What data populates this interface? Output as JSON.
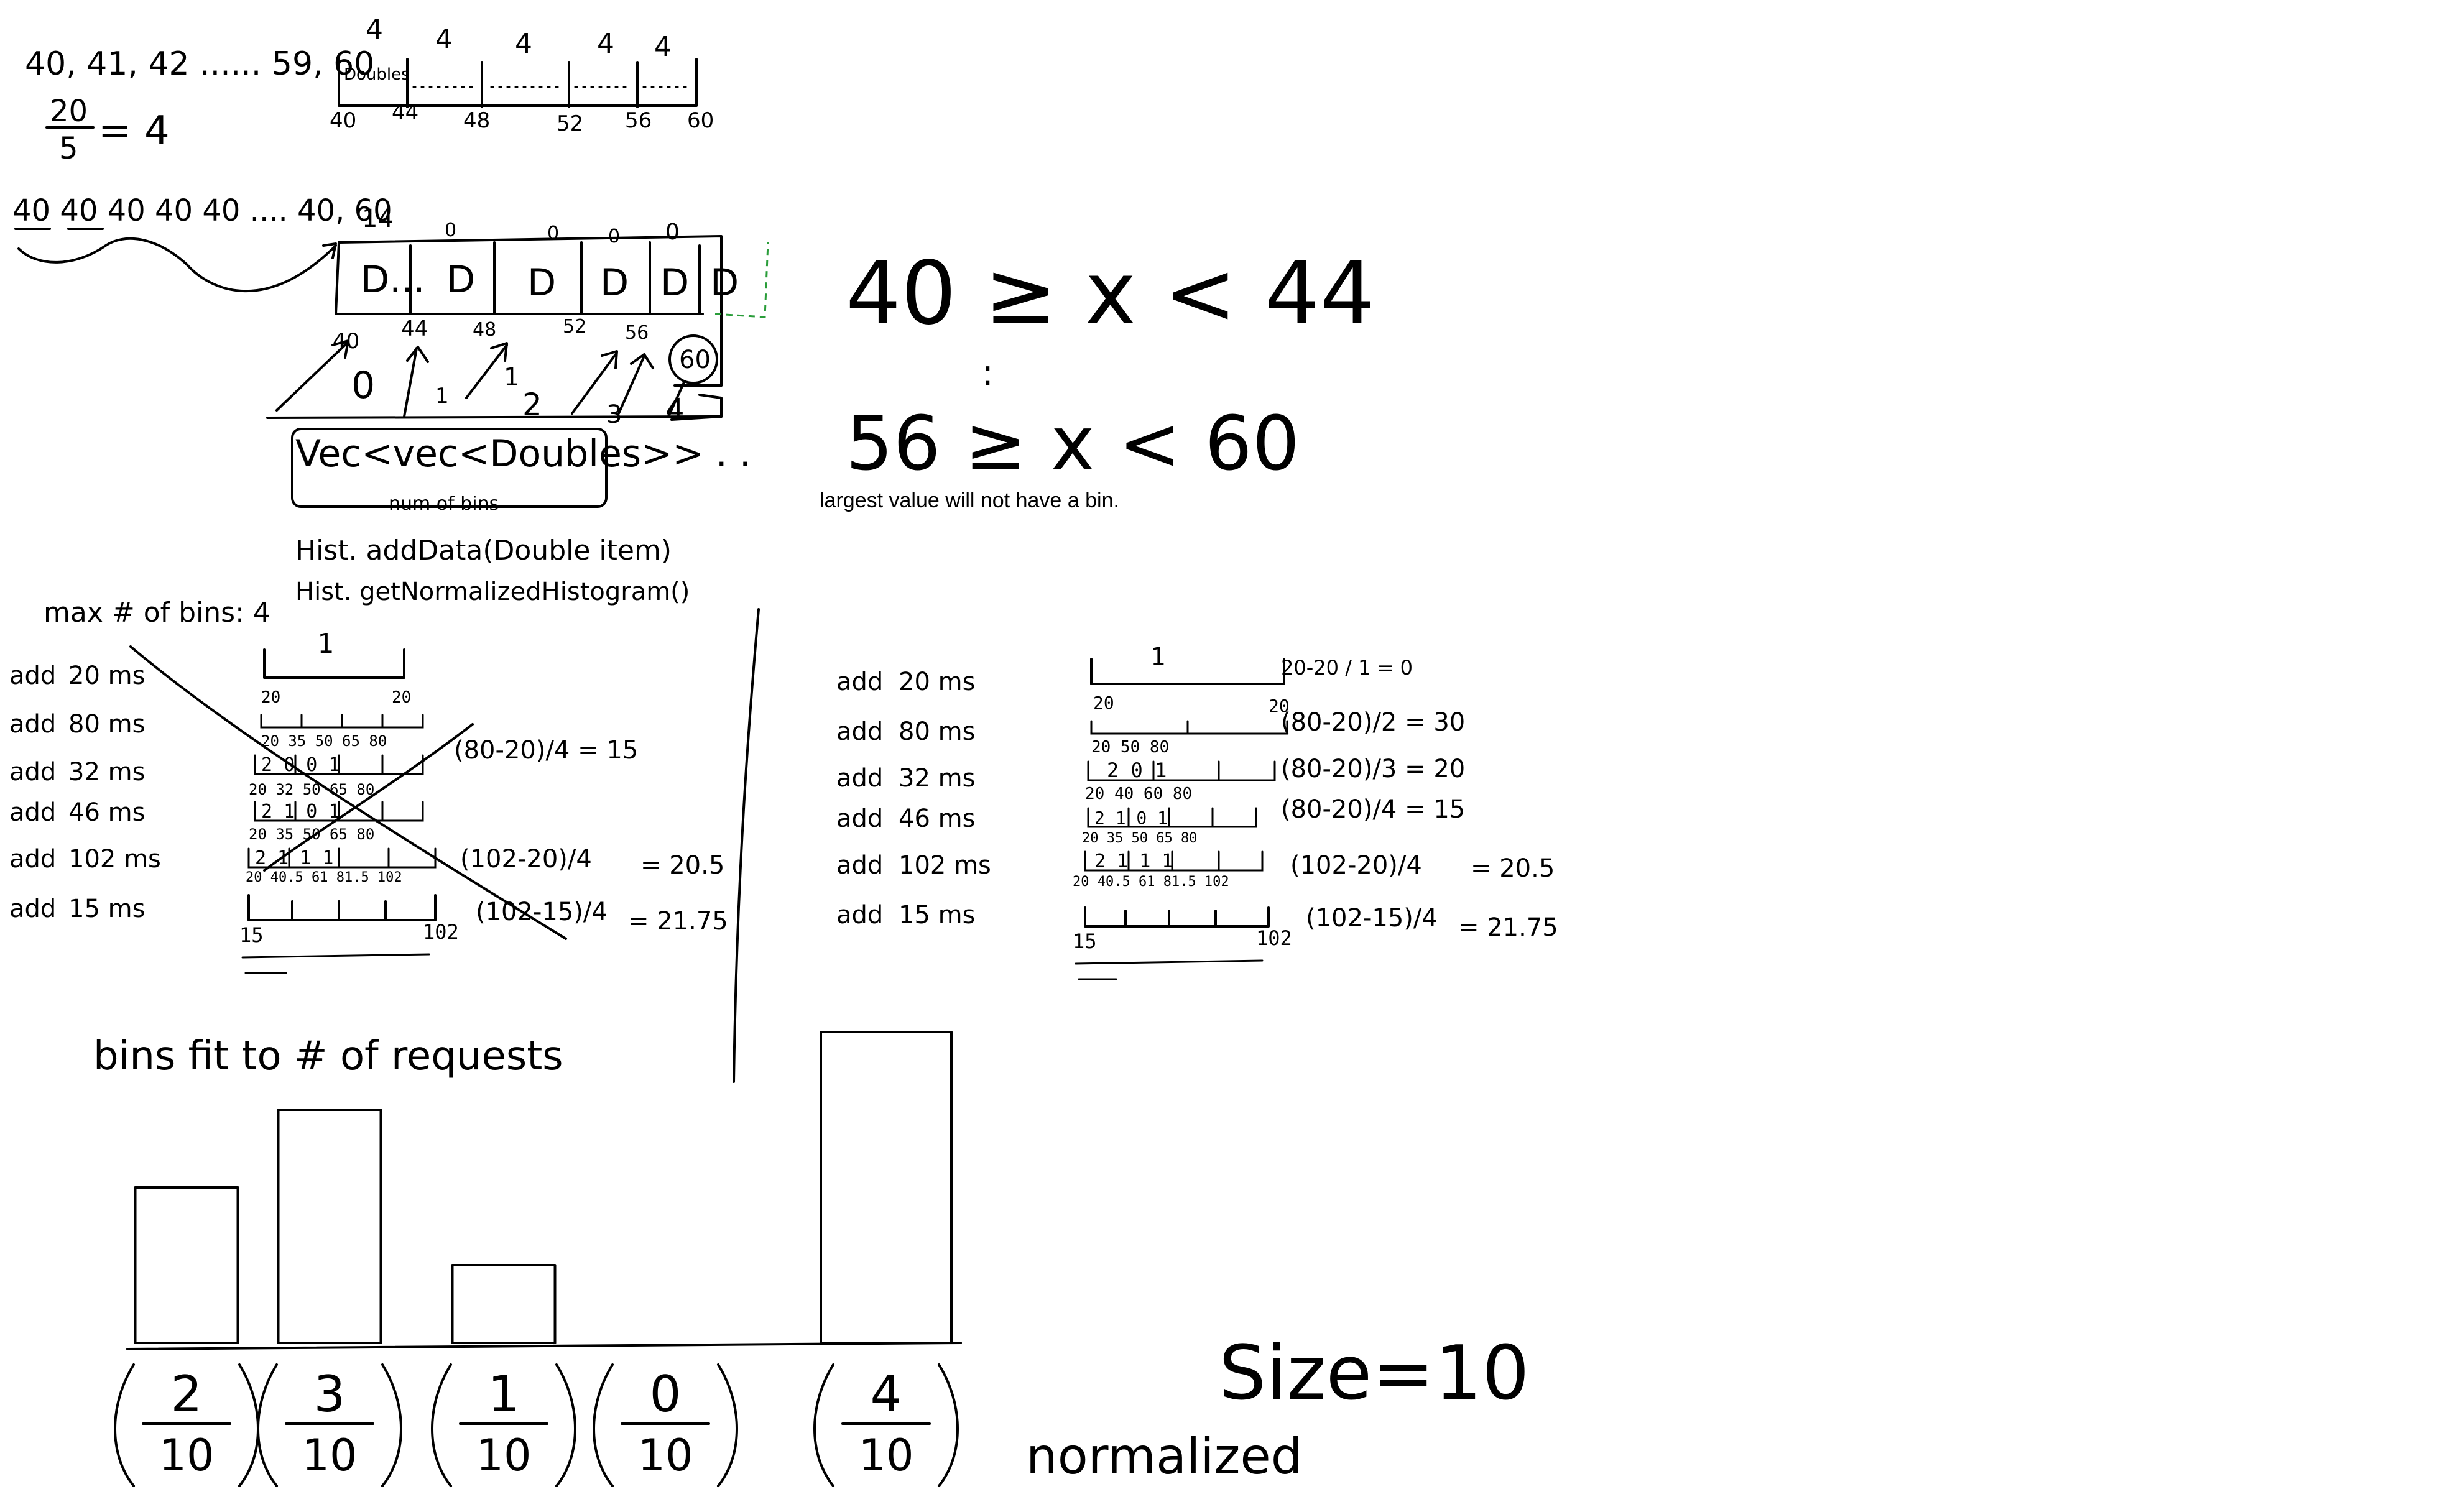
{
  "notes": {
    "top_sequence": "40, 41, 42 ...... 59, 60",
    "top_fraction_num": "20",
    "top_fraction_den": "5",
    "top_fraction_eq": "= 4",
    "top_counts": [
      "4",
      "4",
      "4",
      "4",
      "4"
    ],
    "top_box_label": "Doubles",
    "top_ticks": [
      "40",
      "44",
      "48",
      "52",
      "56",
      "60"
    ],
    "row2_sequence": "40  40 40 40 40 .... 40, 60",
    "row2_counts": [
      "14",
      "0",
      "0",
      "0",
      "0"
    ],
    "row2_box_cells": [
      "D...",
      "D",
      "D",
      "D",
      "D",
      "D"
    ],
    "row2_ticks": [
      "40",
      "44",
      "48",
      "52",
      "56",
      "60"
    ],
    "row2_index": [
      "0",
      "1",
      "1",
      "2",
      "3",
      "4"
    ],
    "vec_text": "Vec<vec<Doubles>> . .",
    "vec_sub": "num of bins",
    "hist_add": "Hist. addData(Double item)",
    "hist_get": "Hist. getNormalizedHistogram()",
    "range_first": "40 ≥ x < 44",
    "range_dots": ":",
    "range_last": "56 ≥ x < 60",
    "typed_note": "largest value will not have a bin.",
    "max_bins": "max # of bins: 4"
  },
  "left_table": {
    "calls": [
      {
        "op": "add",
        "val": "20 ms"
      },
      {
        "op": "add",
        "val": "80 ms"
      },
      {
        "op": "add",
        "val": "32 ms"
      },
      {
        "op": "add",
        "val": "46 ms"
      },
      {
        "op": "add",
        "val": "102 ms"
      },
      {
        "op": "add",
        "val": "15 ms"
      }
    ],
    "formulas": [
      "(80-20)/4 = 15",
      "(102-20)/4",
      "= 20.5",
      "(102-15)/4",
      "= 21.75"
    ]
  },
  "right_table": {
    "calls": [
      {
        "op": "add",
        "val": "20 ms"
      },
      {
        "op": "add",
        "val": "80 ms"
      },
      {
        "op": "add",
        "val": "32 ms"
      },
      {
        "op": "add",
        "val": "46 ms"
      },
      {
        "op": "add",
        "val": "102 ms"
      },
      {
        "op": "add",
        "val": "15 ms"
      }
    ],
    "formulas": [
      "20-20 / 1 = 0",
      "(80-20)/2 = 30",
      "(80-20)/3 = 20",
      "(80-20)/4 = 15",
      "(102-20)/4",
      "= 20.5",
      "(102-15)/4",
      "= 21.75"
    ]
  },
  "bins_note": "bins fit to # of requests",
  "bars": {
    "values": [
      2,
      3,
      1,
      0,
      4
    ],
    "fractions": [
      {
        "num": "2",
        "den": "10"
      },
      {
        "num": "3",
        "den": "10"
      },
      {
        "num": "1",
        "den": "10"
      },
      {
        "num": "0",
        "den": "10"
      },
      {
        "num": "4",
        "den": "10"
      }
    ],
    "normalized_label": "normalized",
    "size_label": "Size=10"
  }
}
